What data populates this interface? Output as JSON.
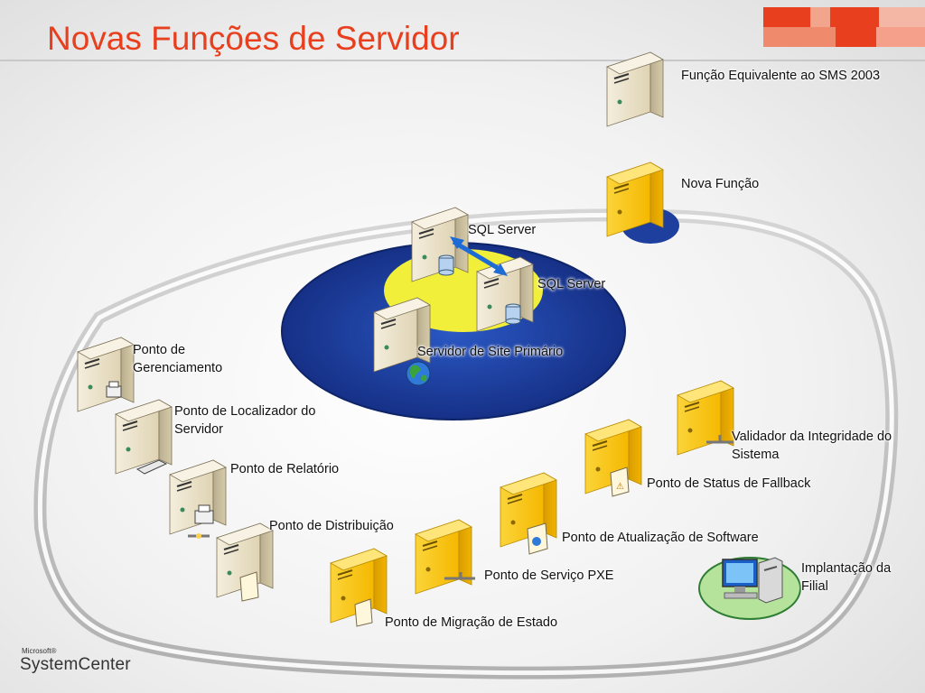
{
  "title": "Novas Funções de Servidor",
  "legend": {
    "equivalent": "Função Equivalente ao SMS 2003",
    "new": "Nova Função"
  },
  "nodes": {
    "sql1": "SQL Server",
    "sql2": "SQL Server",
    "primary": "Servidor de Site Primário",
    "mgmt": "Ponto de Gerenciamento",
    "locator": "Ponto de Localizador do Servidor",
    "report": "Ponto de Relatório",
    "dist": "Ponto de Distribuição",
    "migration": "Ponto de Migração de Estado",
    "pxe": "Ponto de Serviço PXE",
    "sup": "Ponto de Atualização de Software",
    "fallback": "Ponto de Status de Fallback",
    "validator": "Validador da Integridade do Sistema",
    "branch": "Implantação da Filial"
  },
  "brand": {
    "small": "Microsoft®",
    "name": "SystemCenter"
  },
  "colors": {
    "title": "#e8401e",
    "accent": "#e8401e",
    "site_ring": "#1f3f9e",
    "sql_ring": "#f2ef3a",
    "branch_ring": "#b5e39c",
    "new_server": "#f7c80f",
    "old_server": "#e7dcc0"
  }
}
